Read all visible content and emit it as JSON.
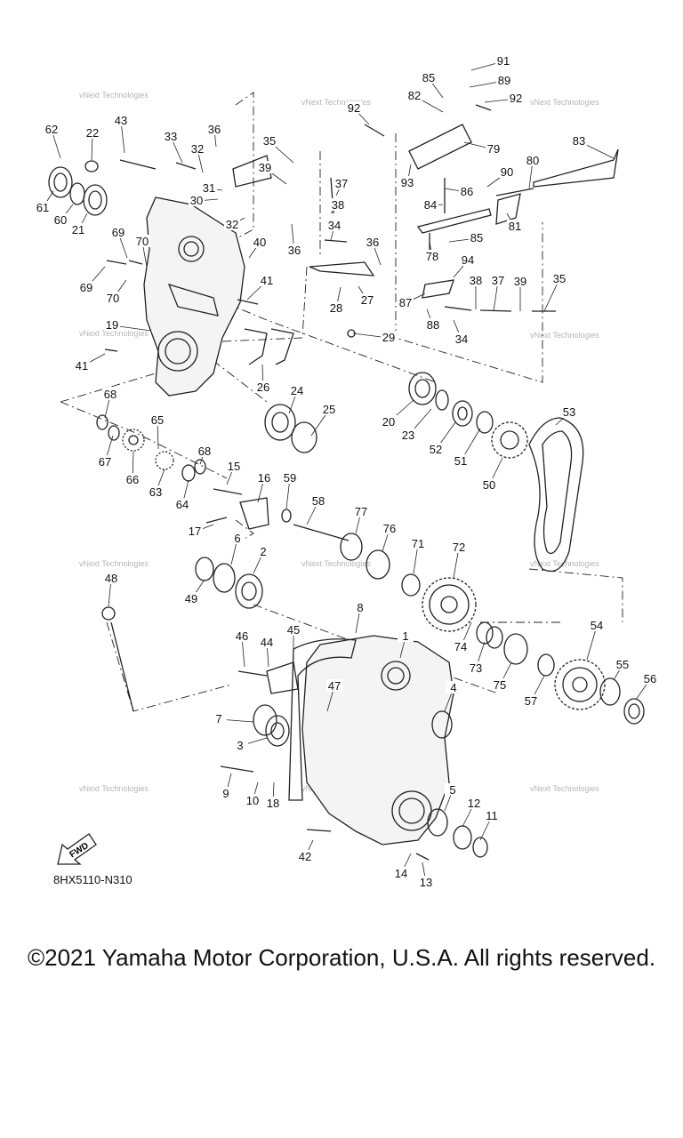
{
  "watermark": "vNext Technologies",
  "fwd_label": "FWD",
  "diagram_code": "8HX5110-N310",
  "copyright": "©2021 Yamaha Motor Corporation, U.S.A. All rights reserved.",
  "callouts": [
    {
      "id": "62",
      "text": "62"
    },
    {
      "id": "22",
      "text": "22"
    },
    {
      "id": "43",
      "text": "43"
    },
    {
      "id": "33",
      "text": "33"
    },
    {
      "id": "36a",
      "text": "36"
    },
    {
      "id": "32a",
      "text": "32"
    },
    {
      "id": "35a",
      "text": "35"
    },
    {
      "id": "39a",
      "text": "39"
    },
    {
      "id": "37a",
      "text": "37"
    },
    {
      "id": "38a",
      "text": "38"
    },
    {
      "id": "34a",
      "text": "34"
    },
    {
      "id": "31",
      "text": "31"
    },
    {
      "id": "30",
      "text": "30"
    },
    {
      "id": "32b",
      "text": "32"
    },
    {
      "id": "40",
      "text": "40"
    },
    {
      "id": "36b",
      "text": "36"
    },
    {
      "id": "36c",
      "text": "36"
    },
    {
      "id": "61",
      "text": "61"
    },
    {
      "id": "60",
      "text": "60"
    },
    {
      "id": "21",
      "text": "21"
    },
    {
      "id": "69a",
      "text": "69"
    },
    {
      "id": "70a",
      "text": "70"
    },
    {
      "id": "69b",
      "text": "69"
    },
    {
      "id": "70b",
      "text": "70"
    },
    {
      "id": "41a",
      "text": "41"
    },
    {
      "id": "19",
      "text": "19"
    },
    {
      "id": "41b",
      "text": "41"
    },
    {
      "id": "26",
      "text": "26"
    },
    {
      "id": "27",
      "text": "27"
    },
    {
      "id": "28",
      "text": "28"
    },
    {
      "id": "29",
      "text": "29"
    },
    {
      "id": "91",
      "text": "91"
    },
    {
      "id": "85a",
      "text": "85"
    },
    {
      "id": "89",
      "text": "89"
    },
    {
      "id": "82",
      "text": "82"
    },
    {
      "id": "92a",
      "text": "92"
    },
    {
      "id": "92b",
      "text": "92"
    },
    {
      "id": "79",
      "text": "79"
    },
    {
      "id": "83",
      "text": "83"
    },
    {
      "id": "93",
      "text": "93"
    },
    {
      "id": "86",
      "text": "86"
    },
    {
      "id": "90",
      "text": "90"
    },
    {
      "id": "80",
      "text": "80"
    },
    {
      "id": "84",
      "text": "84"
    },
    {
      "id": "81",
      "text": "81"
    },
    {
      "id": "85b",
      "text": "85"
    },
    {
      "id": "78",
      "text": "78"
    },
    {
      "id": "94",
      "text": "94"
    },
    {
      "id": "38b",
      "text": "38"
    },
    {
      "id": "37b",
      "text": "37"
    },
    {
      "id": "39b",
      "text": "39"
    },
    {
      "id": "35b",
      "text": "35"
    },
    {
      "id": "87",
      "text": "87"
    },
    {
      "id": "88",
      "text": "88"
    },
    {
      "id": "34b",
      "text": "34"
    },
    {
      "id": "68a",
      "text": "68"
    },
    {
      "id": "24",
      "text": "24"
    },
    {
      "id": "25",
      "text": "25"
    },
    {
      "id": "20",
      "text": "20"
    },
    {
      "id": "23",
      "text": "23"
    },
    {
      "id": "52",
      "text": "52"
    },
    {
      "id": "51",
      "text": "51"
    },
    {
      "id": "50",
      "text": "50"
    },
    {
      "id": "53",
      "text": "53"
    },
    {
      "id": "65",
      "text": "65"
    },
    {
      "id": "67",
      "text": "67"
    },
    {
      "id": "66",
      "text": "66"
    },
    {
      "id": "68b",
      "text": "68"
    },
    {
      "id": "63",
      "text": "63"
    },
    {
      "id": "64",
      "text": "64"
    },
    {
      "id": "15",
      "text": "15"
    },
    {
      "id": "16",
      "text": "16"
    },
    {
      "id": "59",
      "text": "59"
    },
    {
      "id": "17",
      "text": "17"
    },
    {
      "id": "58",
      "text": "58"
    },
    {
      "id": "77",
      "text": "77"
    },
    {
      "id": "76",
      "text": "76"
    },
    {
      "id": "71",
      "text": "71"
    },
    {
      "id": "72",
      "text": "72"
    },
    {
      "id": "6",
      "text": "6"
    },
    {
      "id": "2",
      "text": "2"
    },
    {
      "id": "49",
      "text": "49"
    },
    {
      "id": "48",
      "text": "48"
    },
    {
      "id": "8",
      "text": "8"
    },
    {
      "id": "1",
      "text": "1"
    },
    {
      "id": "74",
      "text": "74"
    },
    {
      "id": "73",
      "text": "73"
    },
    {
      "id": "75",
      "text": "75"
    },
    {
      "id": "54",
      "text": "54"
    },
    {
      "id": "55",
      "text": "55"
    },
    {
      "id": "56",
      "text": "56"
    },
    {
      "id": "57",
      "text": "57"
    },
    {
      "id": "46",
      "text": "46"
    },
    {
      "id": "44",
      "text": "44"
    },
    {
      "id": "45",
      "text": "45"
    },
    {
      "id": "47",
      "text": "47"
    },
    {
      "id": "4",
      "text": "4"
    },
    {
      "id": "7",
      "text": "7"
    },
    {
      "id": "3",
      "text": "3"
    },
    {
      "id": "9",
      "text": "9"
    },
    {
      "id": "10",
      "text": "10"
    },
    {
      "id": "18",
      "text": "18"
    },
    {
      "id": "5",
      "text": "5"
    },
    {
      "id": "12",
      "text": "12"
    },
    {
      "id": "11",
      "text": "11"
    },
    {
      "id": "42",
      "text": "42"
    },
    {
      "id": "14",
      "text": "14"
    },
    {
      "id": "13",
      "text": "13"
    }
  ]
}
